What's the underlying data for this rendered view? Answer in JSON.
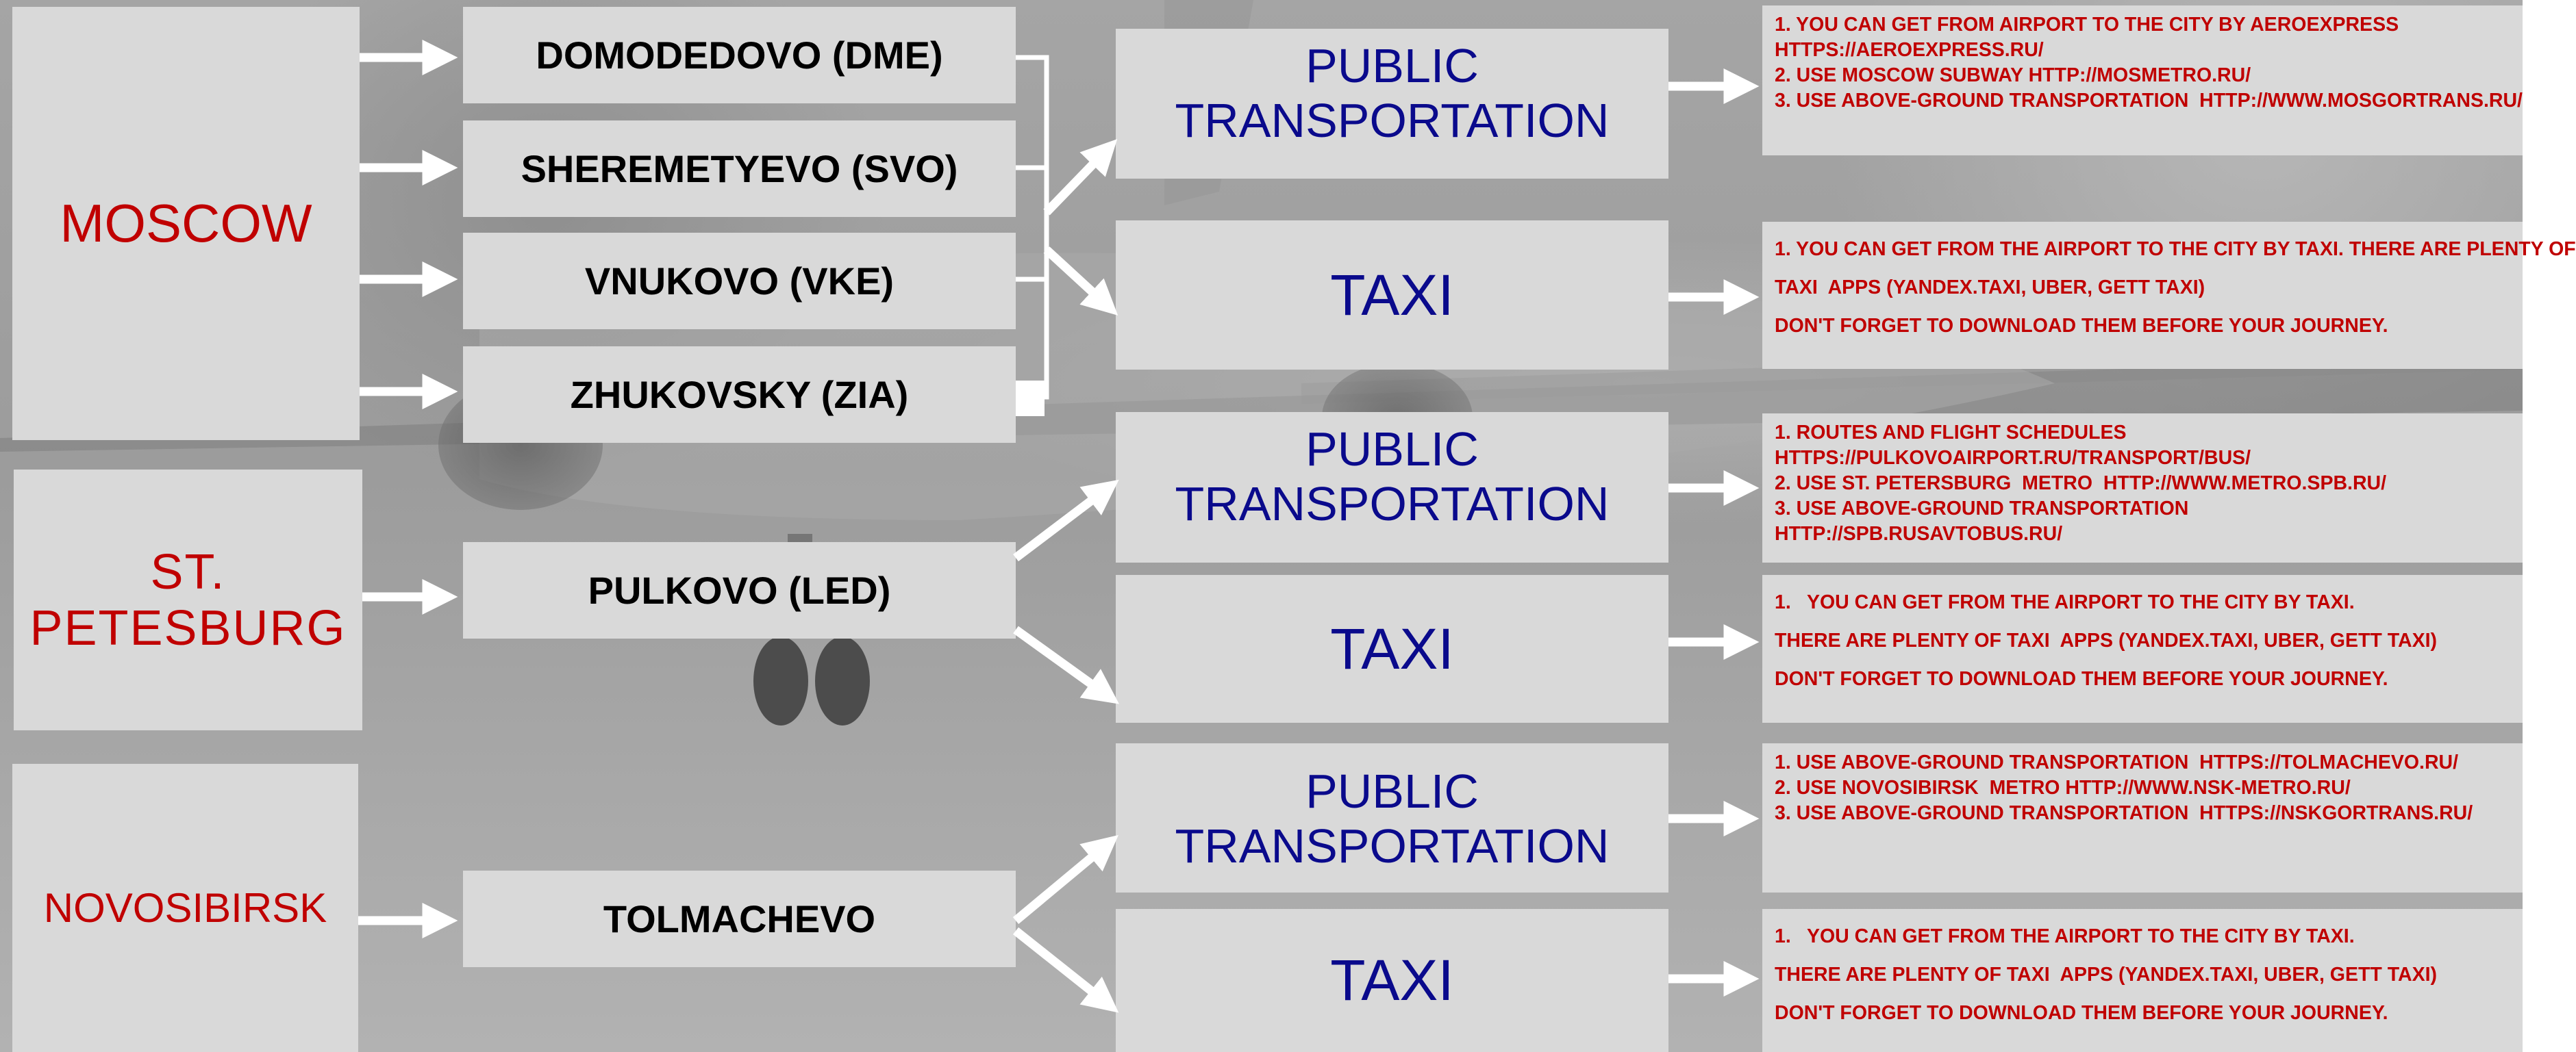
{
  "colors": {
    "city_text": "#c00000",
    "airport_text": "#000000",
    "method_text": "#0a0a8c",
    "info_text": "#c00000",
    "box_fill": "#d9d9d9",
    "arrow": "#ffffff"
  },
  "background": {
    "description_icon": "airplane-photo"
  },
  "cities": {
    "moscow": {
      "name": "MOSCOW"
    },
    "spb": {
      "name": "ST. PETESBURG"
    },
    "nsk": {
      "name": "NOVOSIBIRSK"
    }
  },
  "airports": {
    "dme": "DOMODEDOVO (DME)",
    "svo": "SHEREMETYEVO (SVO)",
    "vke": "VNUKOVO (VKE)",
    "zia": "ZHUKOVSKY (ZIA)",
    "led": "PULKOVO (LED)",
    "tol": "TOLMACHEVO"
  },
  "methods": {
    "moscow_public": "PUBLIC TRANSPORTATION",
    "moscow_taxi": "TAXI",
    "spb_public": "PUBLIC TRANSPORTATION",
    "spb_taxi": "TAXI",
    "nsk_public": "PUBLIC TRANSPORTATION",
    "nsk_taxi": "TAXI"
  },
  "info": {
    "moscow_public": [
      "1. YOU CAN GET FROM AIRPORT TO THE CITY BY AEROEXPRESS",
      "HTTPS://AEROEXPRESS.RU/",
      "2. USE MOSCOW SUBWAY HTTP://MOSMETRO.RU/",
      "3. USE ABOVE-GROUND TRANSPORTATION  HTTP://WWW.MOSGORTRANS.RU/"
    ],
    "moscow_taxi": [
      "1. YOU CAN GET FROM THE AIRPORT TO THE CITY BY TAXI. THERE ARE PLENTY OF",
      "TAXI  APPS (YANDEX.TAXI, UBER, GETT TAXI)",
      "DON'T FORGET TO DOWNLOAD THEM BEFORE YOUR JOURNEY."
    ],
    "spb_public": [
      "1. ROUTES AND FLIGHT SCHEDULES",
      "HTTPS://PULKOVOAIRPORT.RU/TRANSPORT/BUS/",
      "2. USE ST. PETERSBURG  METRO  HTTP://WWW.METRO.SPB.RU/",
      "3. USE ABOVE-GROUND TRANSPORTATION",
      "HTTP://SPB.RUSAVTOBUS.RU/"
    ],
    "spb_taxi": [
      "1.   YOU CAN GET FROM THE AIRPORT TO THE CITY BY TAXI.",
      "THERE ARE PLENTY OF TAXI  APPS (YANDEX.TAXI, UBER, GETT TAXI)",
      "DON'T FORGET TO DOWNLOAD THEM BEFORE YOUR JOURNEY."
    ],
    "nsk_public": [
      "1. USE ABOVE-GROUND TRANSPORTATION  HTTPS://TOLMACHEVO.RU/",
      "2. USE NOVOSIBIRSK  METRO HTTP://WWW.NSK-METRO.RU/",
      "3. USE ABOVE-GROUND TRANSPORTATION  HTTPS://NSKGORTRANS.RU/"
    ],
    "nsk_taxi": [
      "1.   YOU CAN GET FROM THE AIRPORT TO THE CITY BY TAXI.",
      "THERE ARE PLENTY OF TAXI  APPS (YANDEX.TAXI, UBER, GETT TAXI)",
      "DON'T FORGET TO DOWNLOAD THEM BEFORE YOUR JOURNEY."
    ]
  }
}
